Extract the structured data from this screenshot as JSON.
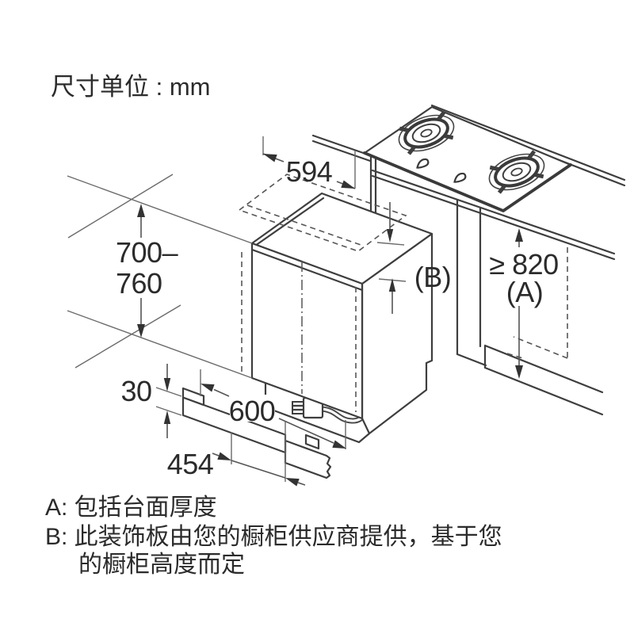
{
  "title": "尺寸单位 : mm",
  "dimensions": {
    "niche_width": "594",
    "height_range_top": "700–",
    "height_range_bottom": "760",
    "plinth_height": "30",
    "unit_depth": "600",
    "panel_width": "454",
    "worktop_height": "≥ 820",
    "ref_a": "(A)",
    "ref_b": "(B)"
  },
  "notes": {
    "line_a": "A: 包括台面厚度",
    "line_b1": "B: 此装饰板由您的橱柜供应商提供，基于您",
    "line_b2": "的橱柜高度而定"
  },
  "colors": {
    "background": "#ffffff",
    "line": "#3e3e3e",
    "dimension_line": "#555555",
    "text": "#2b2b2b"
  }
}
